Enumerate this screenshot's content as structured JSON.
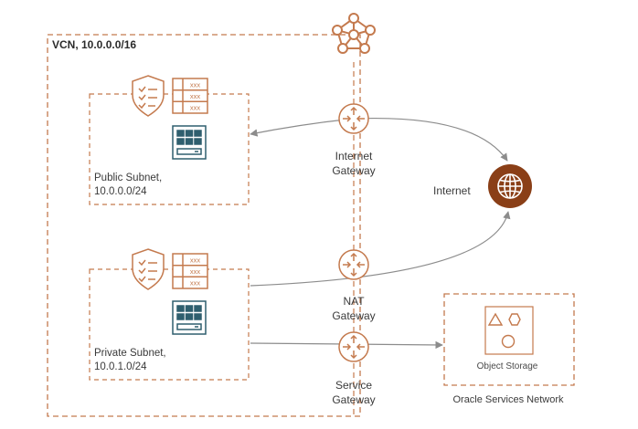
{
  "colors": {
    "accent": "#c47a4e",
    "dark_accent": "#8a3f17",
    "line": "#8c8c8c",
    "teal": "#2f5f6e",
    "text": "#3a3a3a"
  },
  "vcn": {
    "label": "VCN, 10.0.0.0/16"
  },
  "public_subnet": {
    "line1": "Public Subnet,",
    "line2": "10.0.0.0/24"
  },
  "private_subnet": {
    "line1": "Private Subnet,",
    "line2": "10.0.1.0/24"
  },
  "internet_gateway": {
    "line1": "Internet",
    "line2": "Gateway"
  },
  "nat_gateway": {
    "line1": "NAT",
    "line2": "Gateway"
  },
  "service_gateway": {
    "line1": "Service",
    "line2": "Gateway"
  },
  "internet": {
    "label": "Internet"
  },
  "object_storage": {
    "label": "Object Storage"
  },
  "oracle_services_network": {
    "label": "Oracle Services Network"
  },
  "icons": [
    "vcn-network-icon",
    "security-list-icon",
    "route-table-icon",
    "compute-instance-icon",
    "router-icon",
    "globe-icon",
    "object-storage-icon"
  ]
}
